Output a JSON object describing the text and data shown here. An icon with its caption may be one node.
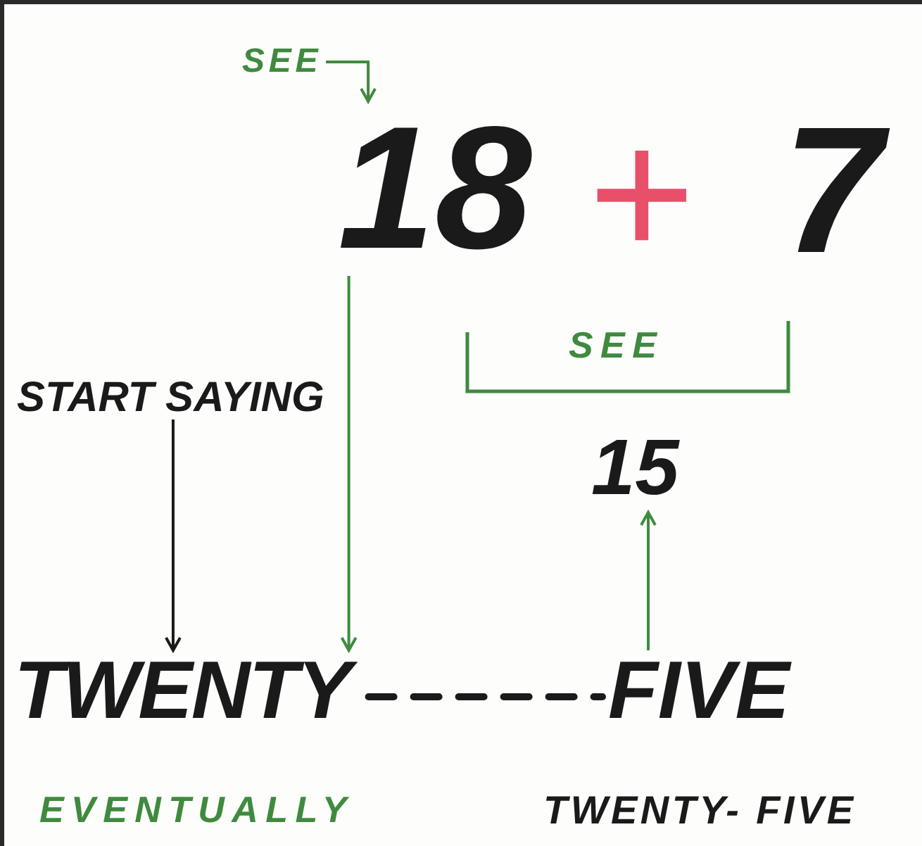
{
  "diagram": {
    "nodes": [
      {
        "text": [
          "SEE"
        ]
      },
      {
        "text": [
          "18"
        ]
      },
      {
        "text": [
          "+"
        ]
      },
      {
        "text": [
          "7"
        ]
      },
      {
        "text": [
          "SEE"
        ]
      },
      {
        "text": [
          "START SAYING"
        ]
      },
      {
        "text": [
          "15"
        ]
      },
      {
        "text": [
          "TWENTY"
        ]
      },
      {
        "text": [
          "FIVE"
        ]
      }
    ],
    "edges": [
      {
        "from": 0,
        "to": 1,
        "arrow": "to"
      },
      {
        "from": 1,
        "to": 7,
        "arrow": "to"
      },
      {
        "from": 5,
        "to": 7,
        "arrow": "to",
        "color": "#1a1a1a"
      },
      {
        "from": 8,
        "to": 6,
        "arrow": "to"
      },
      {
        "from": 7,
        "to": 8,
        "arrow": "none",
        "style": "dashed",
        "color": "#1a1a1a"
      }
    ],
    "labels": [
      "EVENTUALLY",
      "TWENTY- FIVE"
    ]
  }
}
